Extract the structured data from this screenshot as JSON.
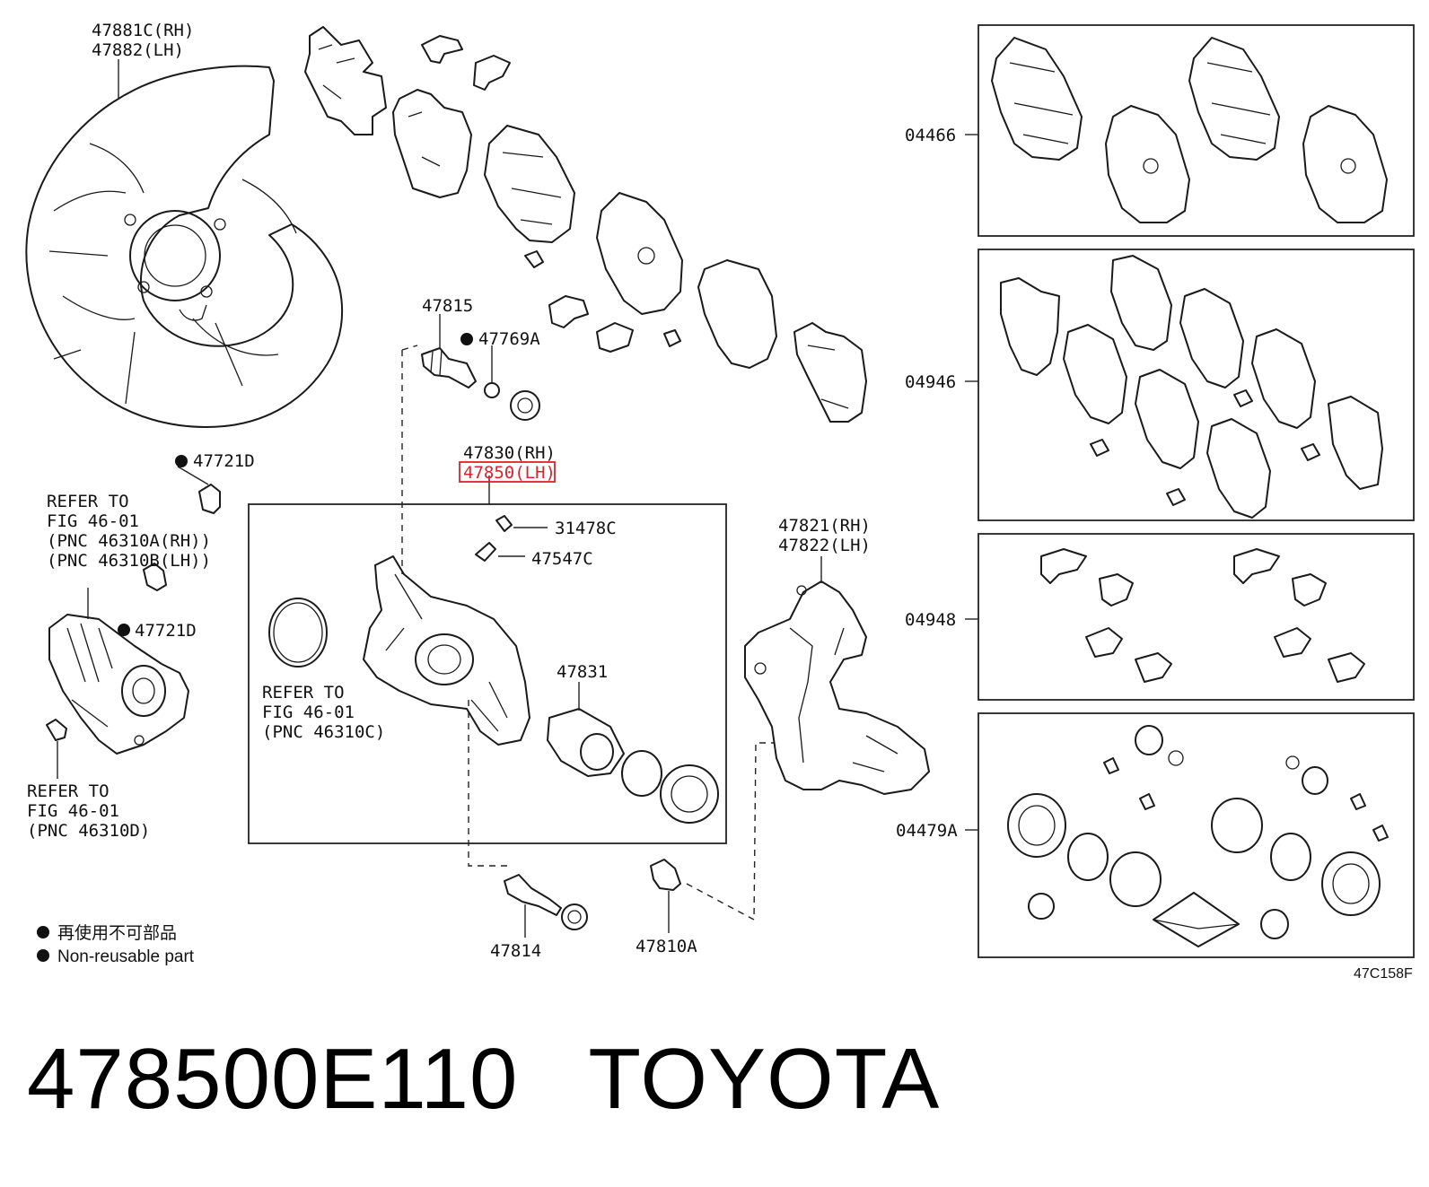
{
  "labels": {
    "shield_rh": "47881C(RH)",
    "shield_lh": "47882(LH)",
    "pin_47815": "47815",
    "boot_47769a": "47769A",
    "bolt_47721d_a": "47721D",
    "bolt_47721d_b": "47721D",
    "caliper_rh": "47830(RH)",
    "caliper_lh": "47850(LH)",
    "cap_31478c": "31478C",
    "bleeder_47547c": "47547C",
    "piston_47831": "47831",
    "mount_rh": "47821(RH)",
    "mount_lh": "47822(LH)",
    "pin_47814": "47814",
    "bolt_47810a": "47810A",
    "kit_04466": "04466",
    "kit_04946": "04946",
    "kit_04948": "04948",
    "kit_04479a": "04479A",
    "figure_code": "47C158F"
  },
  "references": {
    "motor": [
      "REFER TO",
      "FIG 46-01",
      "(PNC 46310A(RH))",
      "(PNC 46310B(LH))"
    ],
    "seal_ring": [
      "REFER TO",
      "FIG 46-01",
      "(PNC 46310C)"
    ],
    "plug": [
      "REFER TO",
      "FIG 46-01",
      "(PNC 46310D)"
    ]
  },
  "legend": {
    "line_jp": "再使用不可部品",
    "line_en": "Non-reusable part"
  },
  "title": {
    "part_number": "478500E110",
    "brand": "TOYOTA"
  },
  "colors": {
    "highlight": "#e0202a",
    "ink": "#1a1a1a"
  },
  "highlighted_part": "47850(LH)"
}
